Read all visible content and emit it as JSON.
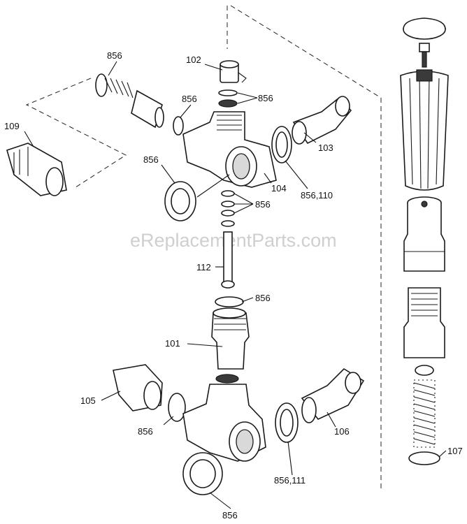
{
  "watermark": "eReplacementParts.com",
  "labels": {
    "l101": "101",
    "l102": "102",
    "l103": "103",
    "l104": "104",
    "l105": "105",
    "l106": "106",
    "l107": "107",
    "l109": "109",
    "l112": "112",
    "l856_a": "856",
    "l856_b": "856",
    "l856_c": "856",
    "l856_d": "856",
    "l856_e": "856",
    "l856_f": "856",
    "l856_g": "856",
    "l856_h": "856",
    "l856_110": "856,110",
    "l856_111": "856,111"
  }
}
